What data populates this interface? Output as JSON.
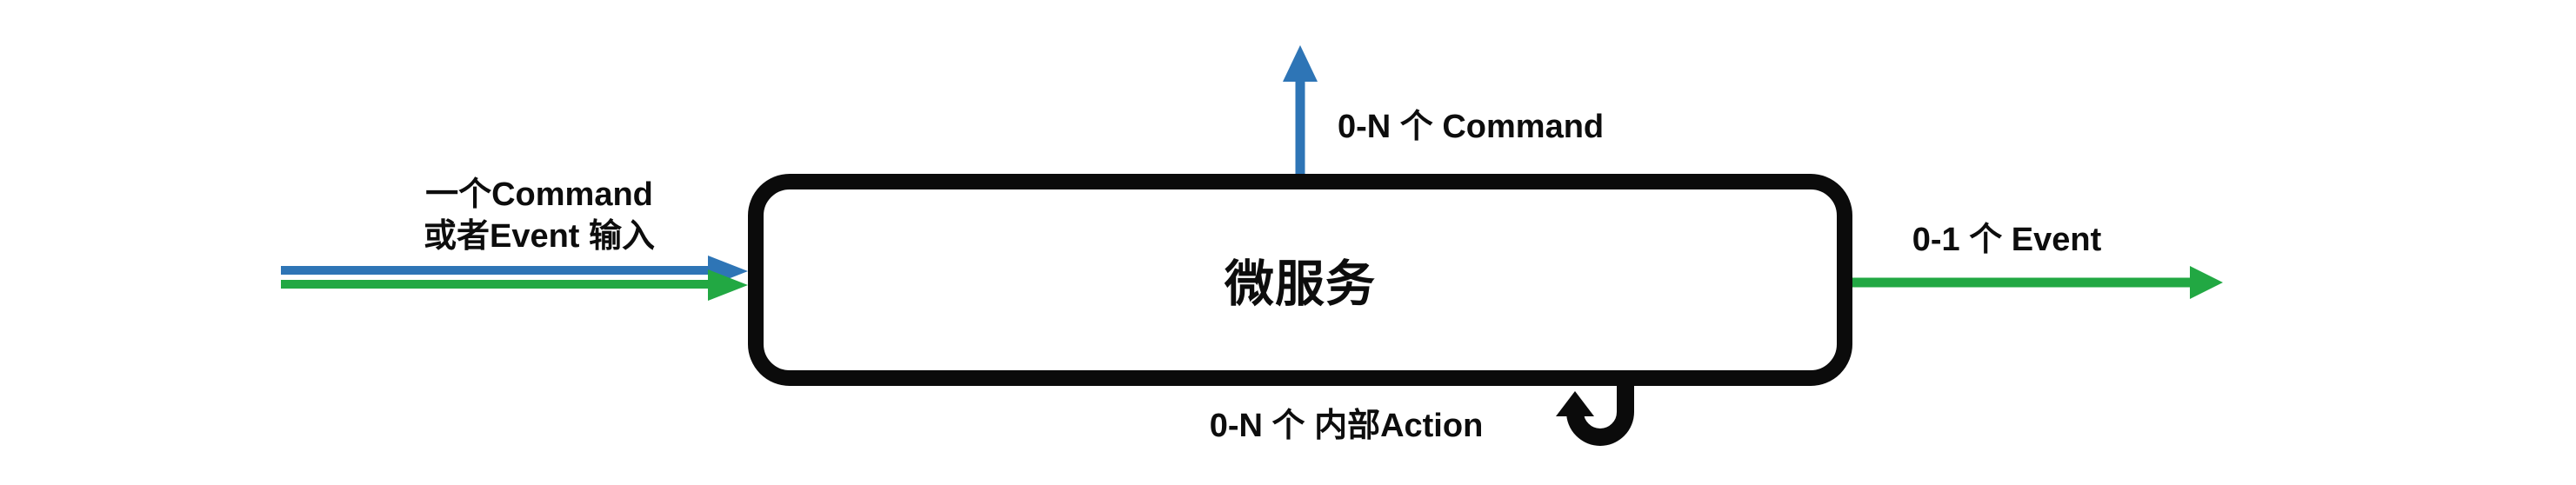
{
  "diagram": {
    "box": {
      "label": "微服务"
    },
    "left_input": {
      "label_line1": "一个Command",
      "label_line2": "或者Event 输入"
    },
    "top_output": {
      "label": "0-N 个 Command"
    },
    "right_output": {
      "label": "0-1 个 Event"
    },
    "self_loop": {
      "label": "0-N 个 内部Action"
    },
    "colors": {
      "blue": "#2E75B6",
      "green": "#22A843",
      "black": "#0B0B0B"
    }
  }
}
